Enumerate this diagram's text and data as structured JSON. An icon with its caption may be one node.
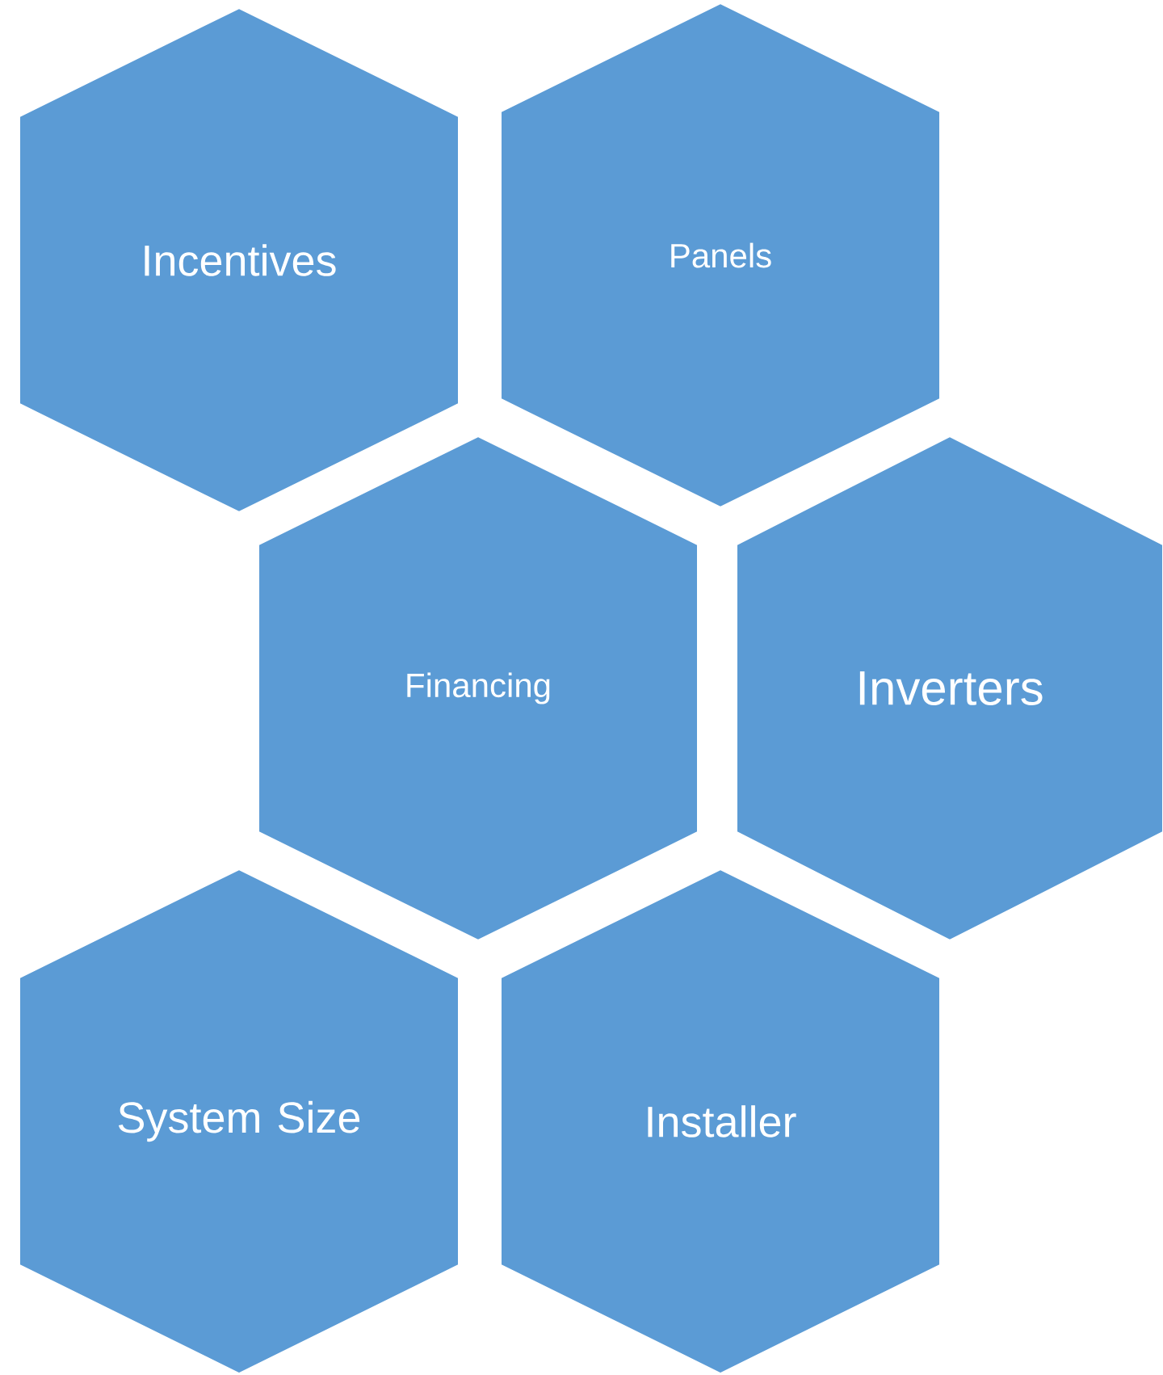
{
  "diagram": {
    "nodes": [
      {
        "text": [
          "Incentives"
        ]
      },
      {
        "text": [
          "Panels"
        ]
      },
      {
        "text": [
          "Financing"
        ]
      },
      {
        "text": [
          "Inverters"
        ]
      },
      {
        "text": [
          "System Size"
        ]
      },
      {
        "text": [
          "Installer"
        ]
      }
    ]
  }
}
